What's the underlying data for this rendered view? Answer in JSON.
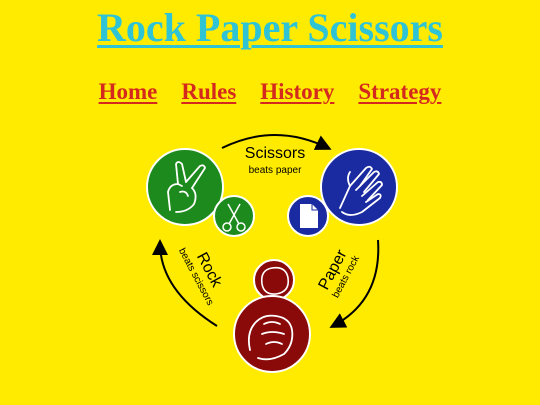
{
  "page": {
    "title": "Rock Paper Scissors"
  },
  "nav": {
    "items": [
      {
        "label": "Home"
      },
      {
        "label": "Rules"
      },
      {
        "label": "History"
      },
      {
        "label": "Strategy"
      }
    ]
  },
  "cycle": {
    "scissors": {
      "name": "Scissors",
      "beats": "beats paper",
      "color": "#1C8A1C"
    },
    "paper": {
      "name": "Paper",
      "beats": "beats rock",
      "color": "#1A2AA0"
    },
    "rock": {
      "name": "Rock",
      "beats": "beats scissors",
      "color": "#8A0A0A"
    }
  }
}
